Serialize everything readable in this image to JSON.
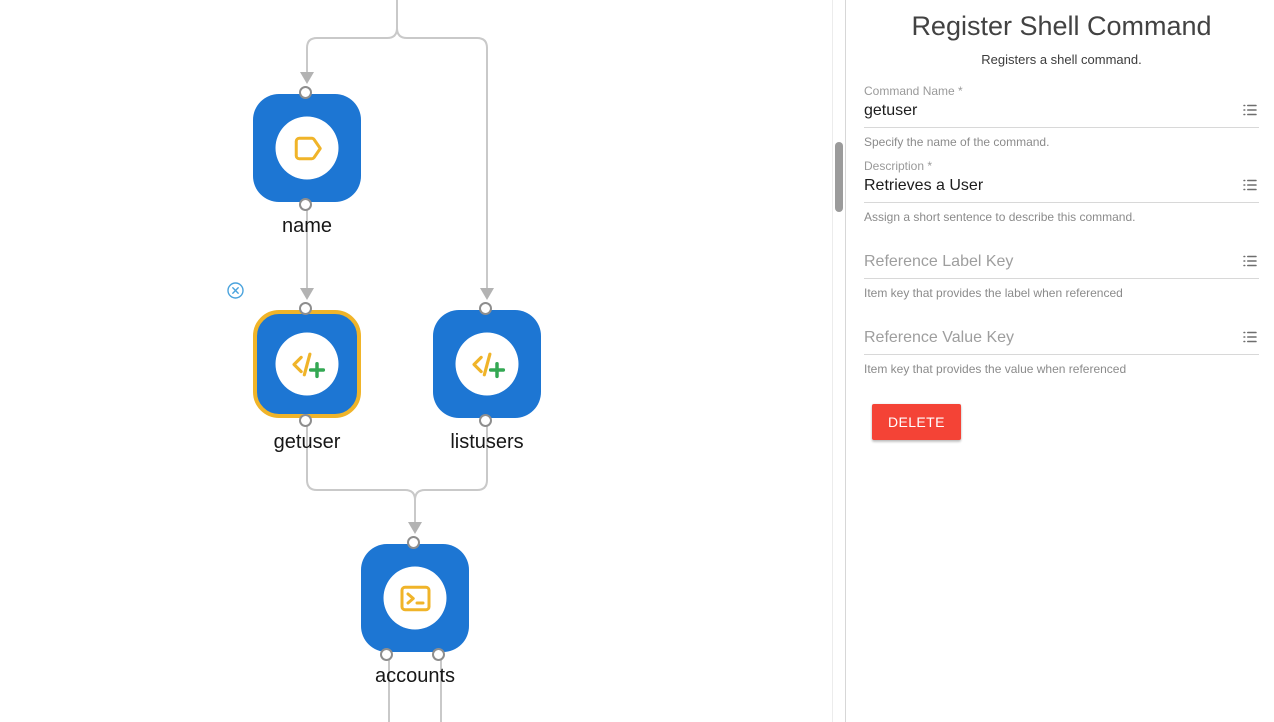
{
  "canvas": {
    "nodes": [
      {
        "id": "name",
        "label": "name",
        "icon": "tag-icon",
        "selected": false
      },
      {
        "id": "getuser",
        "label": "getuser",
        "icon": "code-add-icon",
        "selected": true
      },
      {
        "id": "listusers",
        "label": "listusers",
        "icon": "code-add-icon",
        "selected": false
      },
      {
        "id": "accounts",
        "label": "accounts",
        "icon": "terminal-icon",
        "selected": false
      }
    ],
    "edge_remove_icon": "remove-circle-icon"
  },
  "panel": {
    "title": "Register Shell Command",
    "subtitle": "Registers a shell command.",
    "fields": [
      {
        "label": "Command Name *",
        "value": "getuser",
        "placeholder": "",
        "helper": "Specify the name of the command.",
        "icon": "list-icon"
      },
      {
        "label": "Description *",
        "value": "Retrieves a User",
        "placeholder": "",
        "helper": "Assign a short sentence to describe this command.",
        "icon": "list-icon"
      },
      {
        "label": "",
        "value": "",
        "placeholder": "Reference Label Key",
        "helper": "Item key that provides the label when referenced",
        "icon": "list-icon"
      },
      {
        "label": "",
        "value": "",
        "placeholder": "Reference Value Key",
        "helper": "Item key that provides the value when referenced",
        "icon": "list-icon"
      }
    ],
    "delete_button": "DELETE"
  },
  "colors": {
    "node_blue": "#1d76d3",
    "accent_yellow": "#f0b429",
    "accent_green": "#34a853",
    "selected_outline": "#f0b429",
    "edge_gray": "#c9c9c9",
    "port_border": "#8e8e8e",
    "delete_red": "#f44336",
    "remove_icon_blue": "#4aa3dd"
  }
}
